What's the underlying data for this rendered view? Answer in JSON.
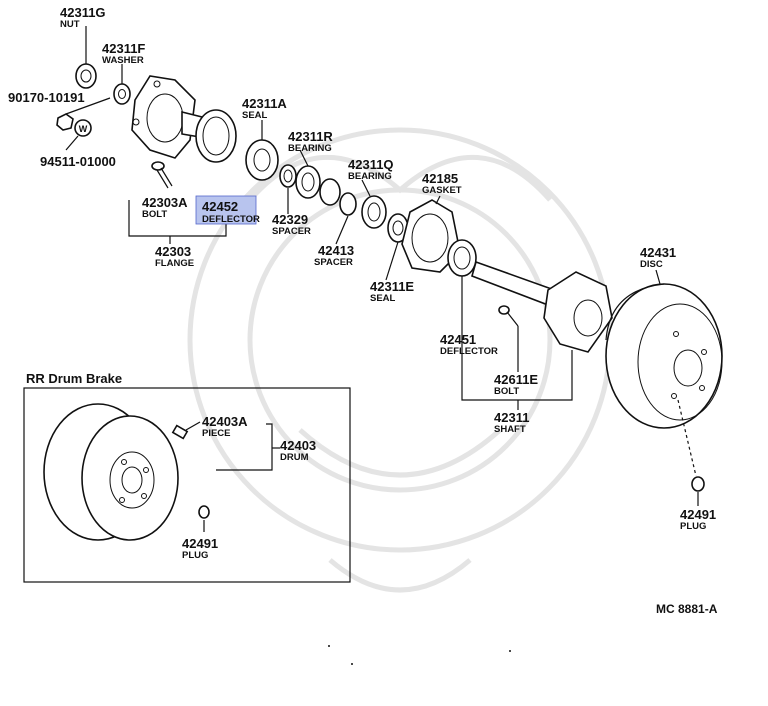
{
  "callouts": [
    {
      "number": "42311G",
      "name": "NUT"
    },
    {
      "number": "42311F",
      "name": "WASHER"
    },
    {
      "number": "90170-10191",
      "name": ""
    },
    {
      "number": "94511-01000",
      "name": ""
    },
    {
      "number": "42303A",
      "name": "BOLT"
    },
    {
      "number": "42452",
      "name": "DEFLECTOR",
      "highlighted": true
    },
    {
      "number": "42303",
      "name": "FLANGE"
    },
    {
      "number": "42311A",
      "name": "SEAL"
    },
    {
      "number": "42311R",
      "name": "BEARING"
    },
    {
      "number": "42329",
      "name": "SPACER"
    },
    {
      "number": "42311Q",
      "name": "BEARING"
    },
    {
      "number": "42413",
      "name": "SPACER"
    },
    {
      "number": "42185",
      "name": "GASKET"
    },
    {
      "number": "42311E",
      "name": "SEAL"
    },
    {
      "number": "42431",
      "name": "DISC"
    },
    {
      "number": "42451",
      "name": "DEFLECTOR"
    },
    {
      "number": "42611E",
      "name": "BOLT"
    },
    {
      "number": "42311",
      "name": "SHAFT"
    },
    {
      "number": "42491",
      "name": "PLUG"
    }
  ],
  "inset": {
    "title": "RR Drum Brake",
    "callouts": [
      {
        "number": "42403A",
        "name": "PIECE"
      },
      {
        "number": "42403",
        "name": "DRUM"
      },
      {
        "number": "42491",
        "name": "PLUG"
      }
    ]
  },
  "diagram_code": "MC 8881-A",
  "washer_symbol": "W",
  "colors": {
    "ink": "#111111",
    "highlight": "#b8c4ee",
    "watermark": "#e4e4e4"
  }
}
